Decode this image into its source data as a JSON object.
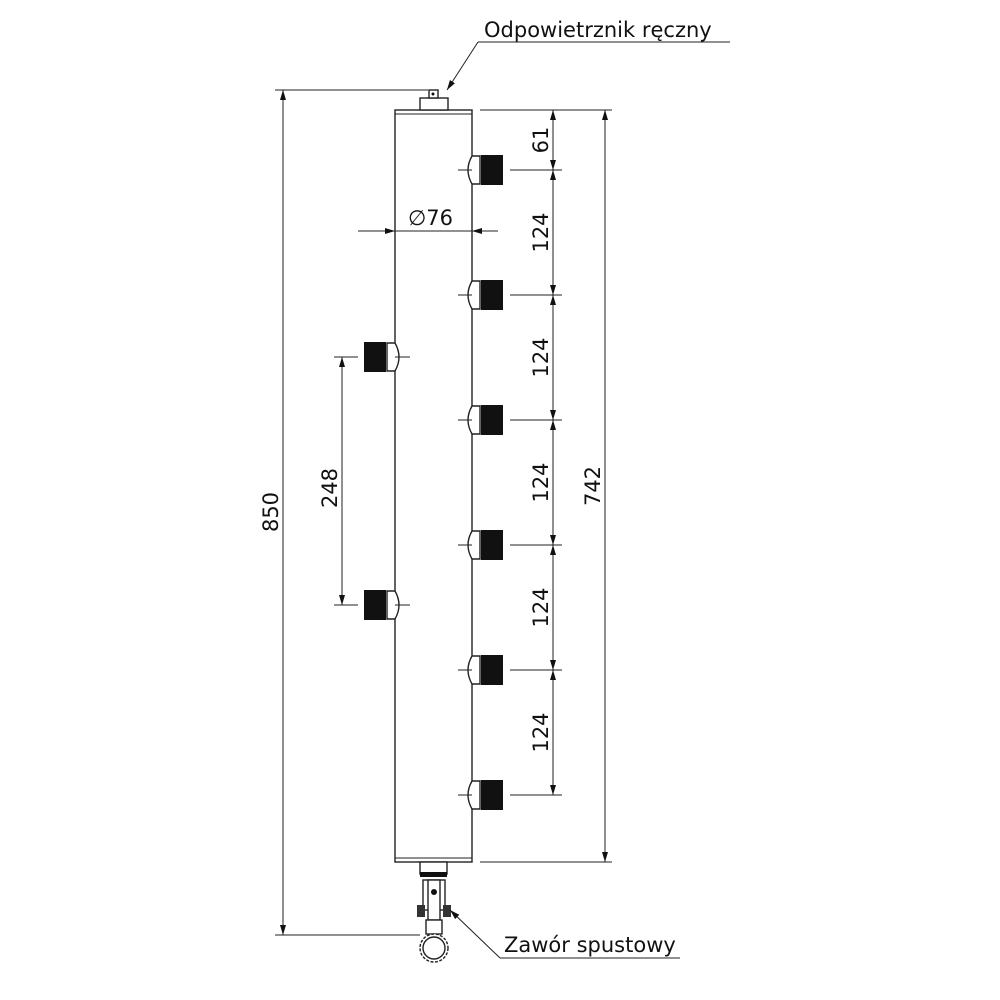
{
  "labels": {
    "vent": "Odpowietrznik ręczny",
    "drain": "Zawór spustowy",
    "diameter": "∅76"
  },
  "dimensions": {
    "total_height": "850",
    "body_height": "742",
    "first_offset": "61",
    "spacing": [
      "124",
      "124",
      "124",
      "124",
      "124"
    ],
    "left_spacing": "248"
  }
}
